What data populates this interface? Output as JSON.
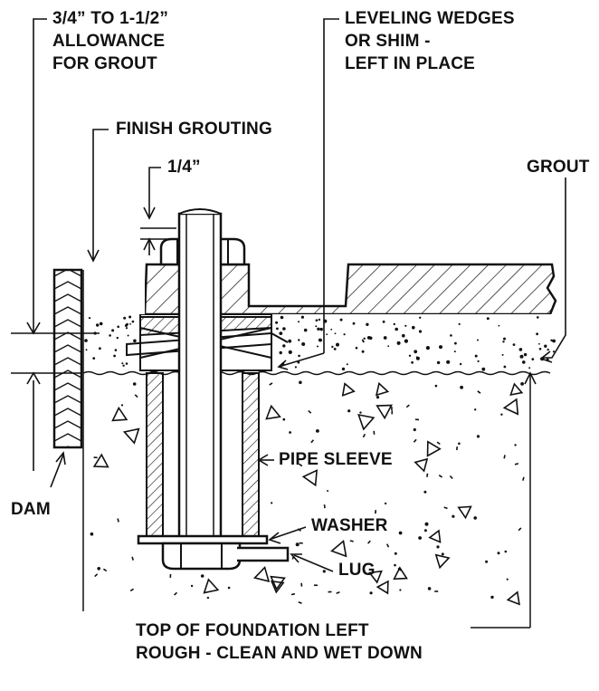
{
  "labels": {
    "grout_allowance": [
      "3/4” TO 1-1/2”",
      "ALLOWANCE",
      "FOR GROUT"
    ],
    "leveling_wedges": [
      "LEVELING WEDGES",
      "OR SHIM -",
      "LEFT IN PLACE"
    ],
    "finish_grouting": "FINISH GROUTING",
    "quarter_inch": "1/4”",
    "grout": "GROUT",
    "pipe_sleeve": "PIPE SLEEVE",
    "dam": "DAM",
    "washer": "WASHER",
    "lug": "LUG",
    "foundation": [
      "TOP OF FOUNDATION LEFT",
      "ROUGH - CLEAN AND WET DOWN"
    ]
  },
  "colors": {
    "line": "#111111",
    "background": "#ffffff"
  }
}
